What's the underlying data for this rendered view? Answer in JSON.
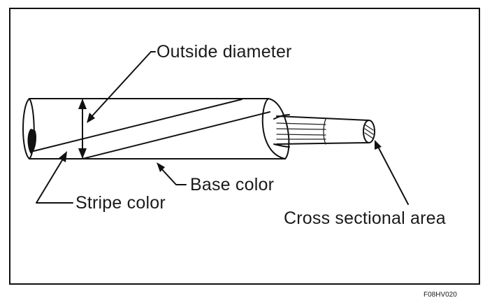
{
  "labels": {
    "outside_diameter": "Outside diameter",
    "stripe_color": "Stripe color",
    "base_color": "Base color",
    "cross_sectional_area": "Cross sectional area"
  },
  "figure_code": "F08HV020",
  "colors": {
    "ink": "#111111",
    "background": "#ffffff"
  }
}
